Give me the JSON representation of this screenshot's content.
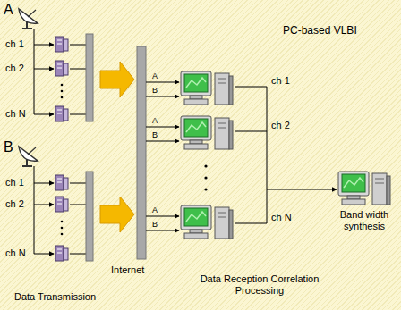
{
  "diagram": {
    "labels": [
      "A",
      "ch 1",
      "ch 2",
      "ch N",
      "B",
      "ch 1",
      "ch 2",
      "ch N",
      "Internet",
      "Data Transmission",
      "PC-based VLBI",
      "A",
      "B",
      "A",
      "B",
      "A",
      "B",
      "ch 1",
      "ch 2",
      "ch N",
      "Band width synthesis",
      "Data Reception Correlation Processing"
    ]
  }
}
